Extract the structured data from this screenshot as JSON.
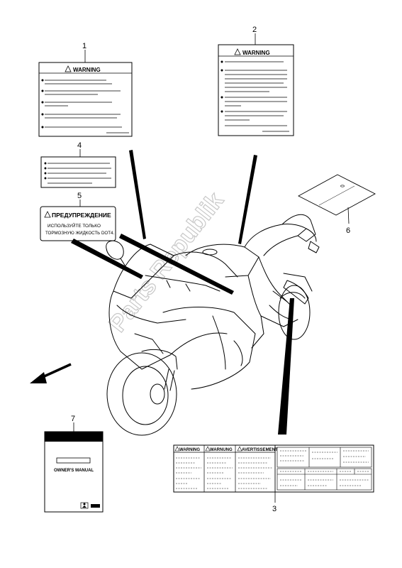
{
  "callouts": [
    "1",
    "2",
    "3",
    "4",
    "5",
    "6",
    "7"
  ],
  "labels": {
    "warning": "WARNING",
    "warnung": "WARNUNG",
    "avertissement": "AVERTISSEMENT",
    "russian_title": "ПРЕДУПРЕЖДЕНИЕ",
    "russian_line1": "ИСПОЛЬЗУЙТЕ ТОЛЬКО",
    "russian_line2": "ТОРМОЗНУЮ ЖИДКОСТЬ DOT4.",
    "owners_manual": "OWNER'S MANUAL"
  },
  "watermark": "Parts Republik",
  "colors": {
    "ink": "#000000",
    "paper": "#ffffff",
    "watermark": "#c8c8c8"
  }
}
